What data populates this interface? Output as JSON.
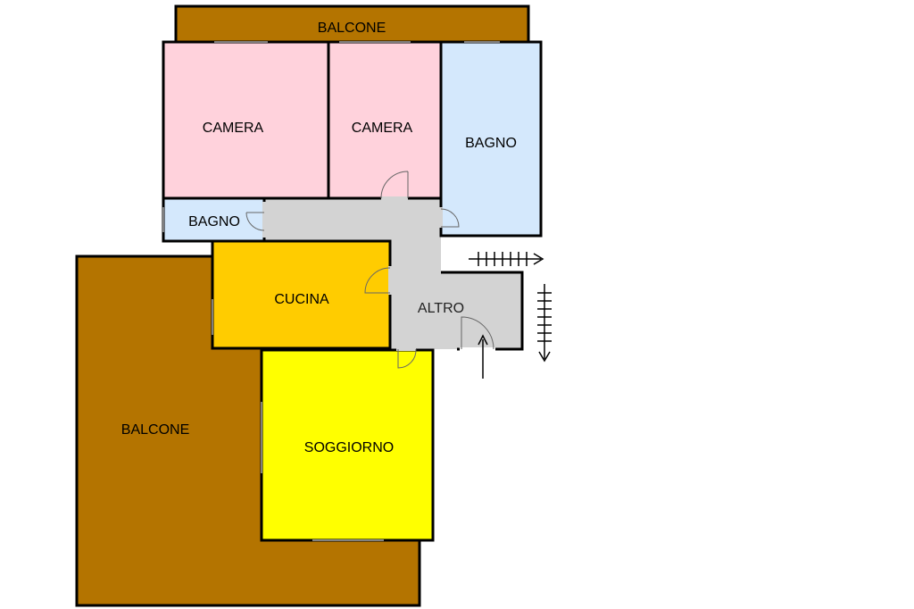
{
  "floorplan": {
    "rooms": [
      {
        "id": "balcone_top",
        "label": "BALCONE",
        "fill": "#b47400"
      },
      {
        "id": "camera_1",
        "label": "CAMERA",
        "fill": "#ffd2dc"
      },
      {
        "id": "camera_2",
        "label": "CAMERA",
        "fill": "#ffd2dc"
      },
      {
        "id": "bagno_right",
        "label": "BAGNO",
        "fill": "#d4e8fc"
      },
      {
        "id": "bagno_small",
        "label": "BAGNO",
        "fill": "#d4e8fc"
      },
      {
        "id": "cucina",
        "label": "CUCINA",
        "fill": "#ffcc00"
      },
      {
        "id": "altro",
        "label": "ALTRO",
        "fill": "#d3d3d3"
      },
      {
        "id": "balcone_big",
        "label": "BALCONE",
        "fill": "#b47400"
      },
      {
        "id": "soggiorno",
        "label": "SOGGIORNO",
        "fill": "#ffff00"
      }
    ],
    "colors": {
      "wall": "#000000",
      "corridor": "#d3d3d3",
      "door_arc": "#666666"
    }
  }
}
